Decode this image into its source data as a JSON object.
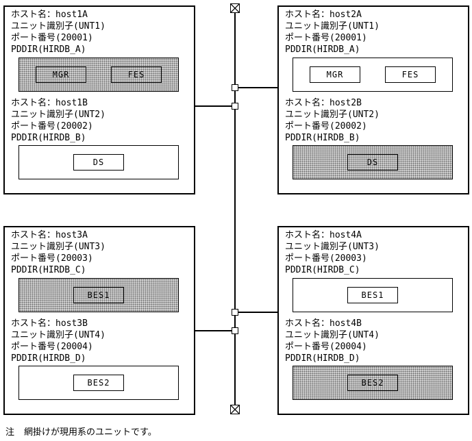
{
  "groups": [
    {
      "name": "host1",
      "units": [
        {
          "host": "ホスト名：host1A",
          "unit": "ユニット識別子(UNT1)",
          "port": "ポート番号(20001)",
          "pddir": "PDDIR(HIRDB_A)",
          "shaded": true,
          "servers": [
            "MGR",
            "FES"
          ]
        },
        {
          "host": "ホスト名：host1B",
          "unit": "ユニット識別子(UNT2)",
          "port": "ポート番号(20002)",
          "pddir": "PDDIR(HIRDB_B)",
          "shaded": false,
          "servers": [
            "DS"
          ]
        }
      ]
    },
    {
      "name": "host2",
      "units": [
        {
          "host": "ホスト名：host2A",
          "unit": "ユニット識別子(UNT1)",
          "port": "ポート番号(20001)",
          "pddir": "PDDIR(HIRDB_A)",
          "shaded": false,
          "servers": [
            "MGR",
            "FES"
          ]
        },
        {
          "host": "ホスト名：host2B",
          "unit": "ユニット識別子(UNT2)",
          "port": "ポート番号(20002)",
          "pddir": "PDDIR(HIRDB_B)",
          "shaded": true,
          "servers": [
            "DS"
          ]
        }
      ]
    },
    {
      "name": "host3",
      "units": [
        {
          "host": "ホスト名：host3A",
          "unit": "ユニット識別子(UNT3)",
          "port": "ポート番号(20003)",
          "pddir": "PDDIR(HIRDB_C)",
          "shaded": true,
          "servers": [
            "BES1"
          ]
        },
        {
          "host": "ホスト名：host3B",
          "unit": "ユニット識別子(UNT4)",
          "port": "ポート番号(20004)",
          "pddir": "PDDIR(HIRDB_D)",
          "shaded": false,
          "servers": [
            "BES2"
          ]
        }
      ]
    },
    {
      "name": "host4",
      "units": [
        {
          "host": "ホスト名：host4A",
          "unit": "ユニット識別子(UNT3)",
          "port": "ポート番号(20003)",
          "pddir": "PDDIR(HIRDB_C)",
          "shaded": false,
          "servers": [
            "BES1"
          ]
        },
        {
          "host": "ホスト名：host4B",
          "unit": "ユニット識別子(UNT4)",
          "port": "ポート番号(20004)",
          "pddir": "PDDIR(HIRDB_D)",
          "shaded": true,
          "servers": [
            "BES2"
          ]
        }
      ]
    }
  ],
  "note": {
    "label": "注",
    "text": "網掛けが現用系のユニットです。"
  },
  "colors": {
    "line": "#000000",
    "shade_dot": "#6a6a6a",
    "shade_bg": "#d9d9d9"
  }
}
